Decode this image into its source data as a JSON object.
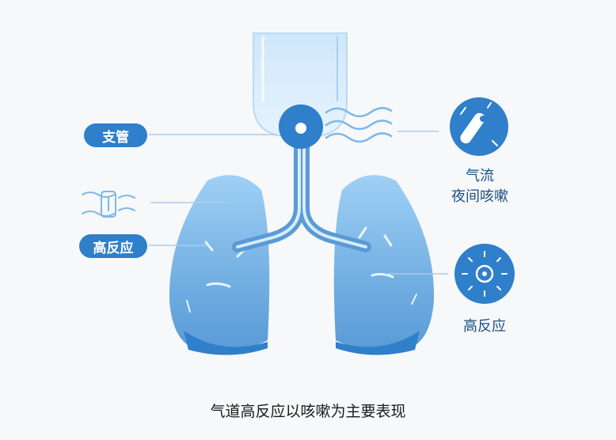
{
  "labels": {
    "bronchi": "支管",
    "hyperreactivity_left": "高反应",
    "airflow_line1": "气流",
    "airflow_line2": "夜间咳嗽",
    "hyperreactivity_right": "高反应"
  },
  "caption": "气道高反应以咳嗽为主要表现",
  "colors": {
    "primary": "#2f7fca",
    "lung_light": "#7db8e8",
    "lung_dark": "#2f7fca",
    "trachea": "#dbeefc",
    "line": "#9cc8ea",
    "text_dark": "#1f4f82"
  },
  "icons": [
    "inhaler-icon",
    "sparkle-cell-icon",
    "airway-tube-icon",
    "wave-lines-icon"
  ]
}
